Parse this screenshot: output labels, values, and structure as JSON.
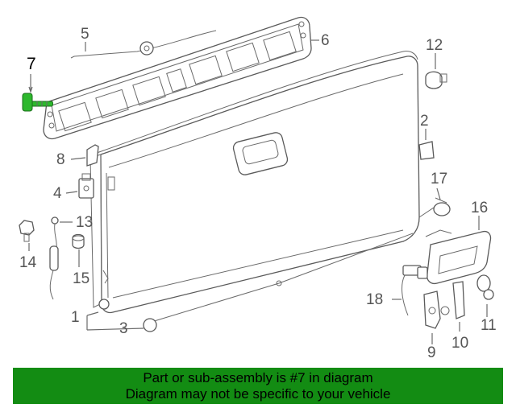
{
  "callouts": {
    "c1": "1",
    "c2": "2",
    "c3": "3",
    "c4": "4",
    "c5": "5",
    "c6": "6",
    "c7": "7",
    "c8": "8",
    "c9": "9",
    "c10": "10",
    "c11": "11",
    "c12": "12",
    "c13": "13",
    "c14": "14",
    "c15": "15",
    "c16": "16",
    "c17": "17",
    "c18": "18"
  },
  "banner": {
    "line1": "Part or sub-assembly is #7 in diagram",
    "line2": "Diagram may not be specific to your vehicle"
  },
  "colors": {
    "banner_bg": "#138c13",
    "highlight_part": "#2db82d"
  }
}
